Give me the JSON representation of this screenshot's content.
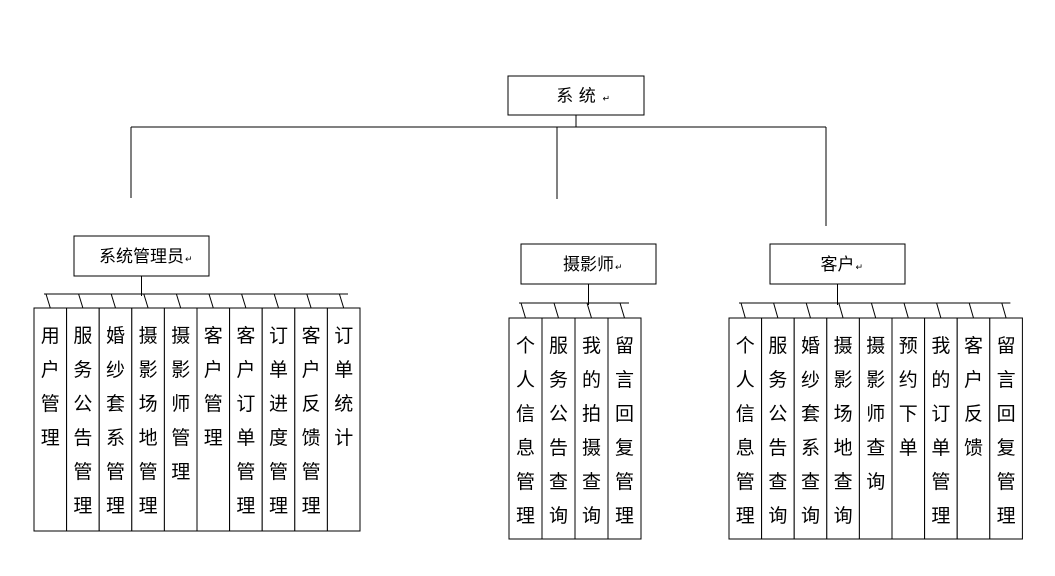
{
  "root": {
    "label": "系 统"
  },
  "roles": [
    {
      "key": "admin",
      "label": "系统管理员",
      "modules": [
        "用户管理",
        "服务公告管理",
        "婚纱套系管理",
        "摄影场地管理",
        "摄影师管理",
        "客户管理",
        "客户订单管理",
        "订单进度管理",
        "客户反馈管理",
        "订单统计"
      ]
    },
    {
      "key": "photographer",
      "label": "摄影师",
      "modules": [
        "个人信息管理",
        "服务公告查询",
        "我的拍摄查询",
        "留言回复管理"
      ]
    },
    {
      "key": "customer",
      "label": "客户",
      "modules": [
        "个人信息管理",
        "服务公告查询",
        "婚纱套系查询",
        "摄影场地查询",
        "摄影师查询",
        "预约下单",
        "我的订单管理",
        "客户反馈",
        "留言回复管理"
      ]
    }
  ],
  "colors": {
    "line": "#000000",
    "background": "#ffffff"
  }
}
